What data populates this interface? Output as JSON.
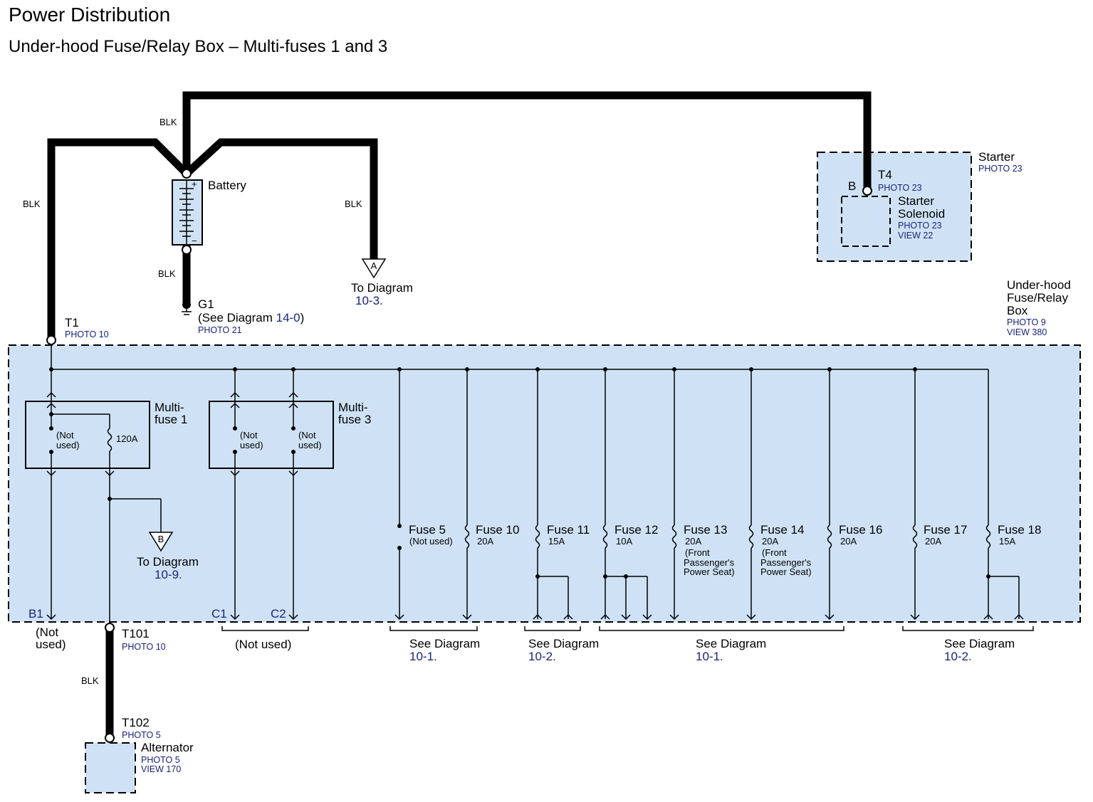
{
  "title": "Power Distribution",
  "subtitle": "Under-hood Fuse/Relay Box – Multi-fuses 1 and 3",
  "wire_color": "BLK",
  "battery": {
    "label": "Battery",
    "plus": "+",
    "minus": "−"
  },
  "ground": {
    "id": "G1",
    "note_prefix": "(See Diagram ",
    "note_link": "14-0",
    "note_suffix": ")",
    "photo": "PHOTO 21"
  },
  "connector_a": {
    "letter": "A",
    "to": "To Diagram",
    "diagram": "10-3."
  },
  "connector_b": {
    "letter": "B",
    "to": "To Diagram",
    "diagram": "10-9."
  },
  "starter": {
    "label": "Starter",
    "photo": "PHOTO 23",
    "terminal": "T4",
    "terminal_photo": "PHOTO 23",
    "pin": "B",
    "solenoid_line1": "Starter",
    "solenoid_line2": "Solenoid",
    "solenoid_photo": "PHOTO 23",
    "solenoid_view": "VIEW 22"
  },
  "fuse_box": {
    "line1": "Under-hood",
    "line2": "Fuse/Relay",
    "line3": "Box",
    "photo": "PHOTO 9",
    "view": "VIEW 380"
  },
  "t1": {
    "label": "T1",
    "photo": "PHOTO 10"
  },
  "multifuse1": {
    "line1": "Multi-",
    "line2": "fuse 1",
    "not_used_1": "(Not",
    "not_used_2": "used)",
    "rating": "120A"
  },
  "multifuse3": {
    "line1": "Multi-",
    "line2": "fuse 3",
    "not_used_1": "(Not",
    "not_used_2": "used)"
  },
  "fuses": [
    {
      "name": "Fuse 5",
      "rating": "(Not used)"
    },
    {
      "name": "Fuse 10",
      "rating": "20A"
    },
    {
      "name": "Fuse 11",
      "rating": "15A"
    },
    {
      "name": "Fuse 12",
      "rating": "10A"
    },
    {
      "name": "Fuse 13",
      "rating": "20A",
      "note": [
        "(Front",
        "Passenger's",
        "Power Seat)"
      ]
    },
    {
      "name": "Fuse 14",
      "rating": "20A",
      "note": [
        "(Front",
        "Passenger's",
        "Power Seat)"
      ]
    },
    {
      "name": "Fuse 16",
      "rating": "20A"
    },
    {
      "name": "Fuse 17",
      "rating": "20A"
    },
    {
      "name": "Fuse 18",
      "rating": "15A"
    }
  ],
  "pins": {
    "b1": "B1",
    "c1": "C1",
    "c2": "C2"
  },
  "bottom": {
    "b1_note_1": "(Not",
    "b1_note_2": "used)",
    "c_note": "(Not used)",
    "see": "See Diagram",
    "groups": [
      "10-1.",
      "10-2.",
      "10-1.",
      "10-2."
    ]
  },
  "t101": {
    "label": "T101",
    "photo": "PHOTO 10"
  },
  "t102": {
    "label": "T102",
    "photo": "PHOTO 5"
  },
  "alternator": {
    "label": "Alternator",
    "photo": "PHOTO 5",
    "view": "VIEW 170"
  }
}
